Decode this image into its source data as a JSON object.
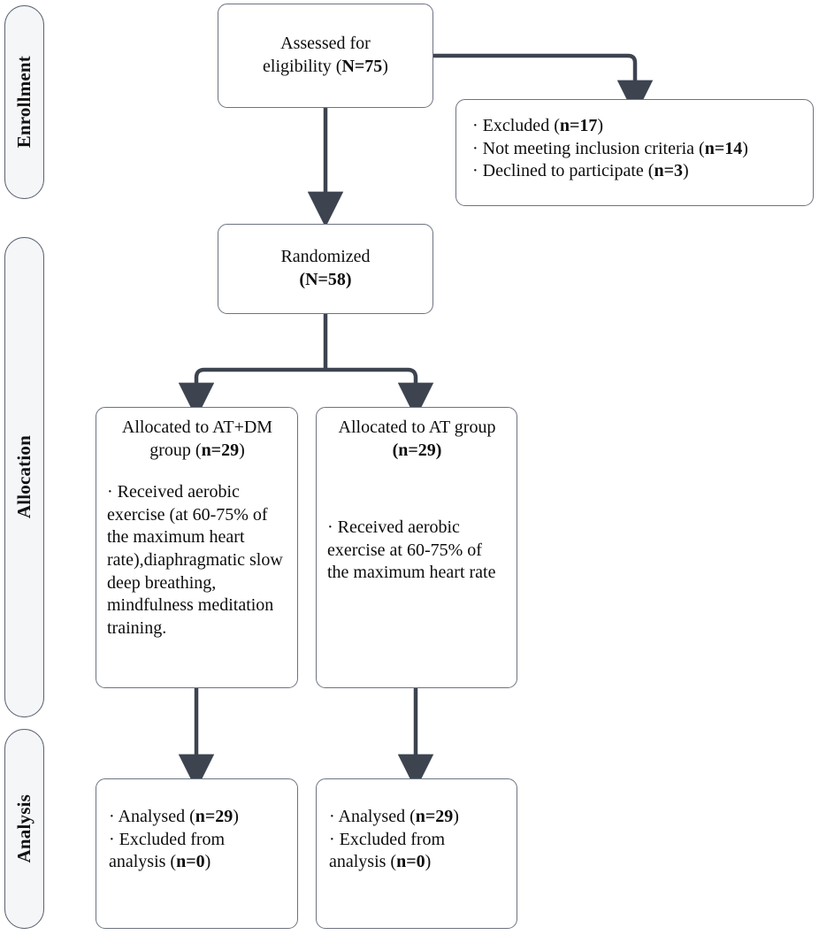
{
  "diagram": {
    "title": "CONSORT participant flow diagram",
    "type": "flowchart",
    "colors": {
      "box_border": "#6c7480",
      "pill_fill": "#f4f6f8",
      "pill_border": "#5c6370",
      "connector": "#3d4450",
      "text": "#0d0d0d",
      "background": "#ffffff"
    }
  },
  "stages": [
    {
      "id": "enrollment",
      "label": "Enrollment"
    },
    {
      "id": "allocation",
      "label": "Allocation"
    },
    {
      "id": "analysis",
      "label": "Analysis"
    }
  ],
  "boxes": {
    "assessed": {
      "line1": "Assessed for",
      "line2_prefix": "eligibility (",
      "line2_bold": "N=75",
      "line2_suffix": ")"
    },
    "excluded": {
      "item1_prefix": "· Excluded (",
      "item1_bold": "n=17",
      "item1_suffix": ")",
      "item2_prefix": "· Not meeting inclusion criteria (",
      "item2_bold": "n=14",
      "item2_suffix": ")",
      "item3_prefix": "· Declined to participate (",
      "item3_bold": "n=3",
      "item3_suffix": ")"
    },
    "randomized": {
      "line1": "Randomized",
      "line2_bold": "(N=58)"
    },
    "alloc_left": {
      "head_line1": "Allocated to AT+DM",
      "head_line2_prefix": "group (",
      "head_line2_bold": "n=29",
      "head_line2_suffix": ")",
      "body": "· Received aerobic exercise (at 60-75% of the maximum heart rate),diaphragmatic slow deep breathing, mindfulness meditation training."
    },
    "alloc_right": {
      "head_line1": "Allocated to AT group",
      "head_line2_bold": "(n=29)",
      "body": "· Received aerobic exercise at 60-75% of the maximum heart rate"
    },
    "analysis_left": {
      "item1_prefix": "· Analysed (",
      "item1_bold": "n=29",
      "item1_suffix": ")",
      "item2": "· Excluded from",
      "item3_prefix": "analysis (",
      "item3_bold": "n=0",
      "item3_suffix": ")"
    },
    "analysis_right": {
      "item1_prefix": "· Analysed (",
      "item1_bold": "n=29",
      "item1_suffix": ")",
      "item2": "· Excluded from",
      "item3_prefix": "analysis (",
      "item3_bold": "n=0",
      "item3_suffix": ")"
    }
  }
}
